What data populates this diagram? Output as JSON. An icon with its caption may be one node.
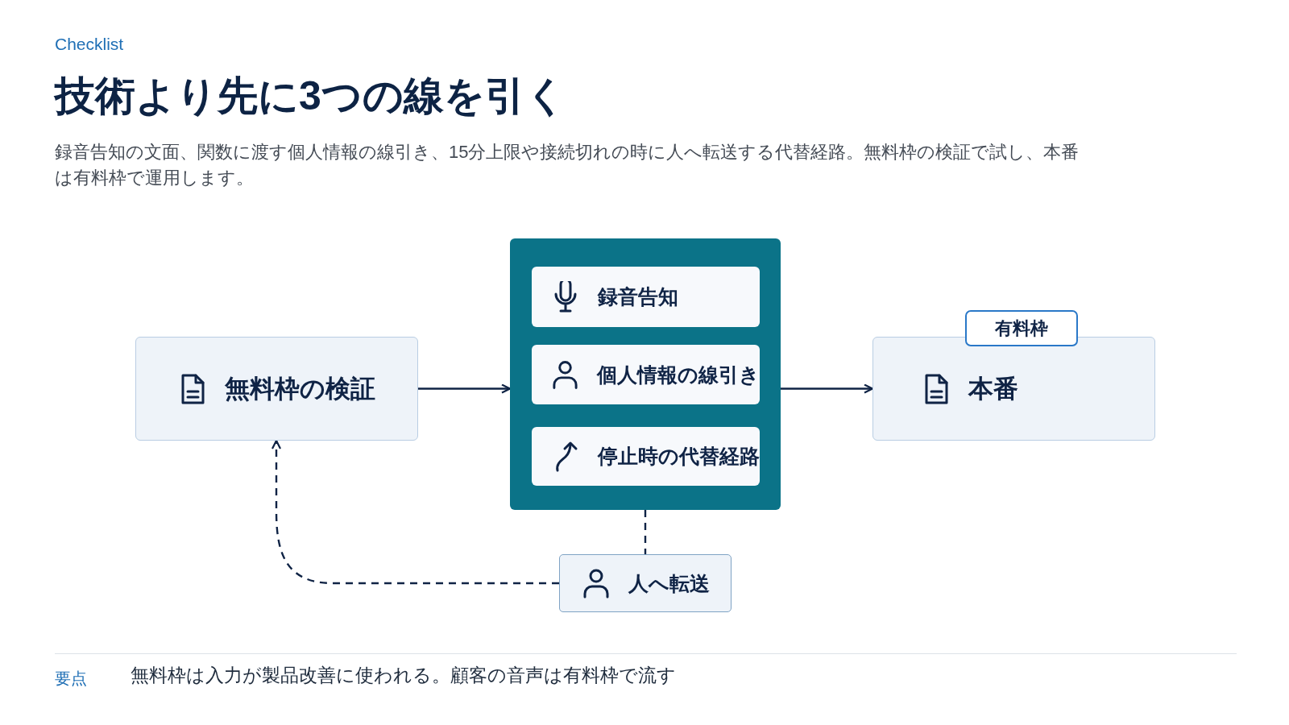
{
  "diagram": {
    "title": "技術より先に3つの線を引く",
    "nodes": [
      {
        "text": [
          "無料枠の検証"
        ]
      },
      {
        "text": [],
        "shape": "box"
      },
      {
        "text": [
          "録音告知"
        ],
        "in": 1
      },
      {
        "text": [
          "個人情報の線引き"
        ],
        "in": 1
      },
      {
        "text": [
          "停止時の代替経路"
        ],
        "in": 1
      },
      {
        "text": [
          "本番"
        ]
      },
      {
        "text": [
          "有料枠"
        ]
      },
      {
        "text": [
          "人へ転送"
        ]
      }
    ],
    "edges": [
      {
        "from": 0,
        "to": 1,
        "arrow": "to"
      },
      {
        "from": 1,
        "to": 5,
        "arrow": "to"
      },
      {
        "from": 1,
        "to": 7,
        "arrow": "none",
        "style": "dashed"
      },
      {
        "from": 7,
        "to": 0,
        "arrow": "to",
        "style": "dashed"
      }
    ],
    "labels": [
      "Checklist",
      "録音告知の文面、関数に渡す個人情報の線引き、15分上限や接続切れの時に人へ転送する代替経路。無料枠の検証で試し、本番は有料枠で運用します。",
      "要点",
      "無料枠は入力が製品改善に使われる。顧客の音声は有料枠で流す"
    ]
  }
}
